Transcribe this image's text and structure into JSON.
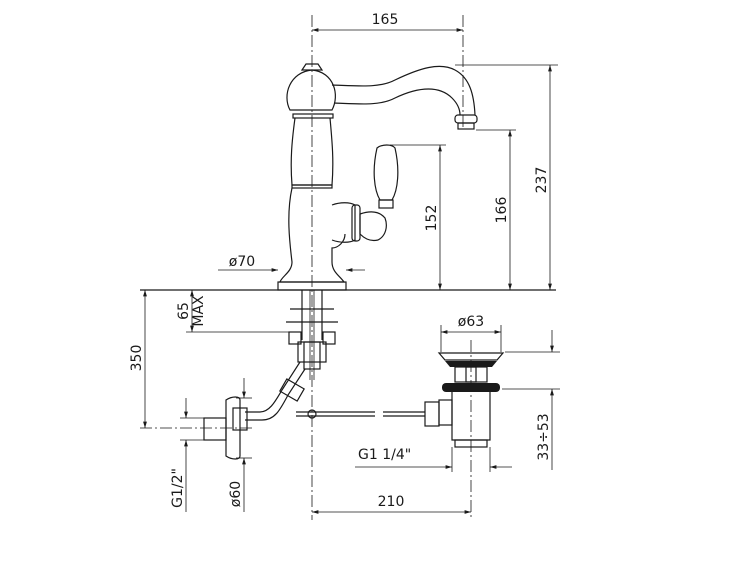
{
  "title": "Single-lever basin mixer with pop-up waste – dimensions (mm)",
  "dimensions": {
    "spout_reach": "165",
    "total_height": "237",
    "spout_height": "166",
    "handle_height": "152",
    "base_diameter": "ø70",
    "deck_thickness": "65",
    "deck_thickness_note": "MAX",
    "supply_length": "350",
    "waste_diameter": "ø63",
    "waste_adjust": "33÷53",
    "waste_thread": "G1  1/4\"",
    "supply_thread": "G1/2\"",
    "flange_diameter": "ø60",
    "waste_distance": "210"
  }
}
